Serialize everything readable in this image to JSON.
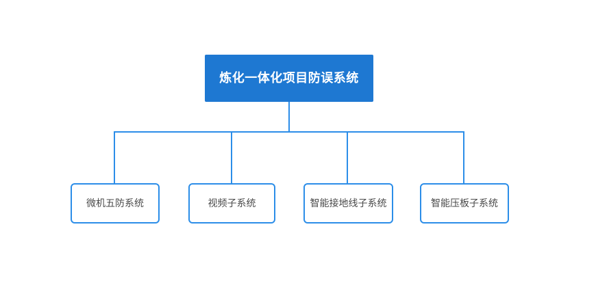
{
  "diagram": {
    "type": "org-tree",
    "root": {
      "label": "炼化一体化项目防误系统"
    },
    "children": [
      {
        "label": "微机五防系统"
      },
      {
        "label": "视频子系统"
      },
      {
        "label": "智能接地线子系统"
      },
      {
        "label": "智能压板子系统"
      }
    ],
    "colors": {
      "background": "#ffffff",
      "root_fill": "#1e78d2",
      "root_text": "#ffffff",
      "node_fill": "#ffffff",
      "node_border": "#2b8de8",
      "node_text": "#4a4a4a",
      "line": "#2b8de8"
    }
  }
}
